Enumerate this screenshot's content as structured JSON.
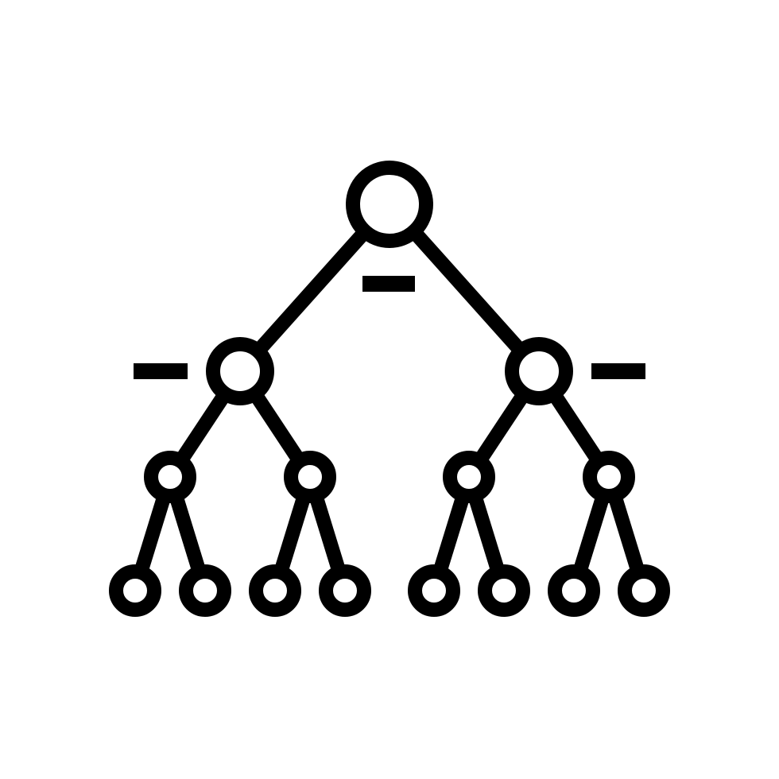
{
  "colors": {
    "background": "#ffffff",
    "stroke": "#000000"
  },
  "icon": {
    "name": "hierarchy-tree-icon",
    "type": "binary-tree-line-icon",
    "levels": [
      1,
      2,
      4,
      8
    ]
  }
}
